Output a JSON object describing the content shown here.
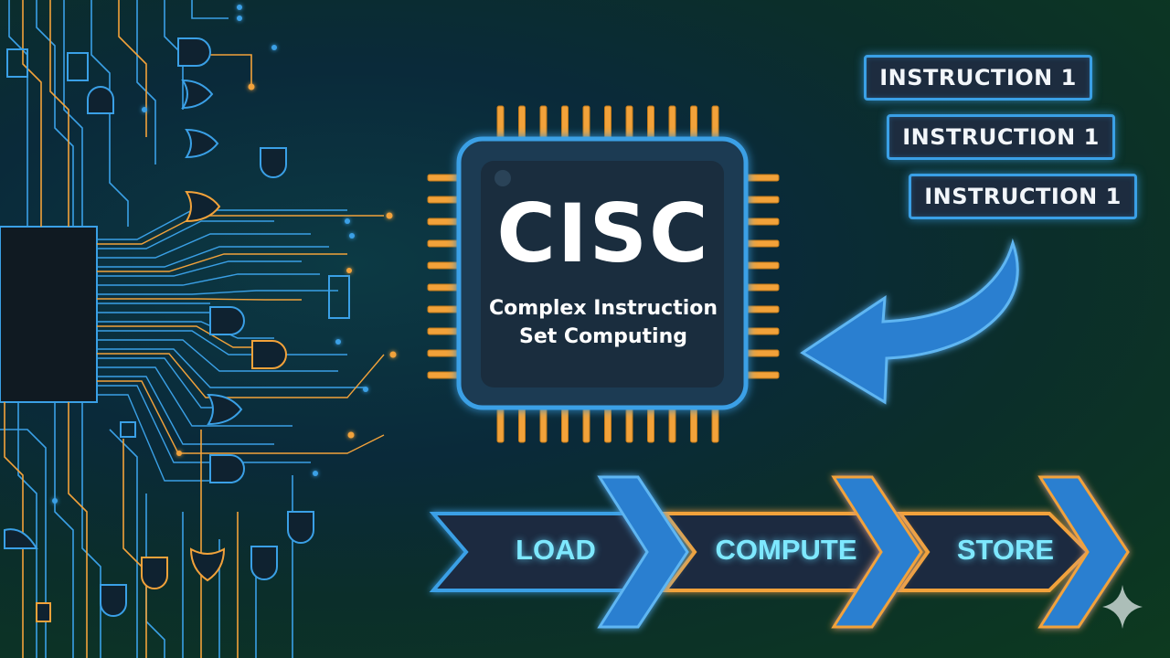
{
  "chip": {
    "title": "CISC",
    "subtitle_line1": "Complex Instruction",
    "subtitle_line2": "Set Computing"
  },
  "instructions": [
    {
      "label": "INSTRUCTION 1"
    },
    {
      "label": "INSTRUCTION 1"
    },
    {
      "label": "INSTRUCTION 1"
    }
  ],
  "pipeline": [
    {
      "label": "LOAD"
    },
    {
      "label": "COMPUTE"
    },
    {
      "label": "STORE"
    }
  ],
  "colors": {
    "accent_blue": "#3aa0e6",
    "accent_orange": "#f2a23a",
    "chip_body": "#1f3446",
    "label_cyan": "#7ee8ff"
  },
  "icons": [
    "circuit-board",
    "chip-icon",
    "curved-arrow-icon",
    "sparkle-icon"
  ]
}
